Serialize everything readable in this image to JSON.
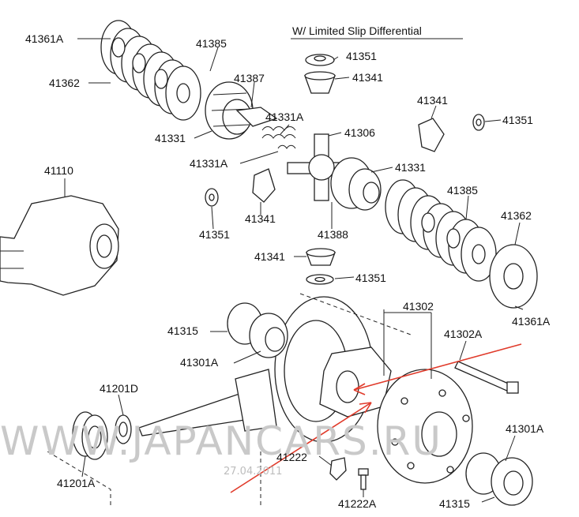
{
  "header": {
    "text": "W/ Limited Slip Differential"
  },
  "labels": {
    "l41361A_top": "41361A",
    "l41362_top": "41362",
    "l41385_top": "41385",
    "l41387": "41387",
    "l41331_left": "41331",
    "l41331A_a": "41331A",
    "l41331A_b": "41331A",
    "l41306": "41306",
    "l41351_a": "41351",
    "l41341_a": "41341",
    "l41341_b": "41341",
    "l41351_b": "41351",
    "l41110": "41110",
    "l41331_right": "41331",
    "l41385_right": "41385",
    "l41362_right": "41362",
    "l41341_c": "41341",
    "l41351_c": "41351",
    "l41388": "41388",
    "l41341_d": "41341",
    "l41351_d": "41351",
    "l41361A_right": "41361A",
    "l41302": "41302",
    "l41302A": "41302A",
    "l41315_top": "41315",
    "l41301A_left": "41301A",
    "l41201D": "41201D",
    "l41201A": "41201A",
    "l41222": "41222",
    "l41222A": "41222A",
    "l41301A_right": "41301A",
    "l41315_bottom": "41315"
  },
  "watermark": {
    "text": "WWW.JAPANCARS.RU",
    "date": "27.04.2011"
  },
  "colors": {
    "ink": "#222222",
    "annotation": "#e03a2a",
    "watermark": "#c9c9c9"
  }
}
